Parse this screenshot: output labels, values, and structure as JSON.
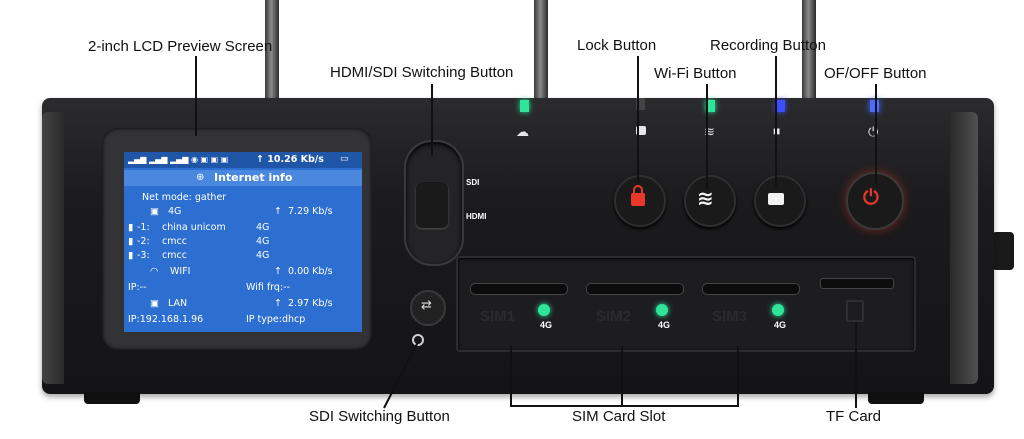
{
  "callouts": {
    "lcd_screen": "2-inch LCD Preview Screen",
    "hdmi_sdi_switch": "HDMI/SDI Switching Button",
    "lock_button": "Lock Button",
    "wifi_button": "Wi-Fi Button",
    "recording_button": "Recording Button",
    "power_button": "OF/OFF Button",
    "sdi_switch": "SDI Switching Button",
    "sim_slot": "SIM Card Slot",
    "tf_card": "TF Card"
  },
  "device": {
    "switch_labels": {
      "sdi": "SDI",
      "hdmi": "HDMI"
    },
    "sim_slots": [
      {
        "label": "SIM1",
        "net": "4G"
      },
      {
        "label": "SIM2",
        "net": "4G"
      },
      {
        "label": "SIM3",
        "net": "4G"
      }
    ]
  },
  "lcd": {
    "status_rate": "10.26 Kb/s",
    "header_title": "Internet info",
    "net_mode": "Net mode: gather",
    "aggregate": {
      "name": "4G",
      "rate": "7.29 Kb/s"
    },
    "sims": [
      {
        "id": "-1:",
        "carrier": "china unicom",
        "net": "4G"
      },
      {
        "id": "-2:",
        "carrier": "cmcc",
        "net": "4G"
      },
      {
        "id": "-3:",
        "carrier": "cmcc",
        "net": "4G"
      }
    ],
    "wifi": {
      "name": "WIFI",
      "rate": "0.00 Kb/s"
    },
    "ip_wifi": "IP:--",
    "wifi_freq": "Wifi frq:--",
    "lan": {
      "name": "LAN",
      "rate": "2.97 Kb/s"
    },
    "ip_lan": "IP:192.168.1.96",
    "ip_type": "IP type:dhcp"
  },
  "colors": {
    "chassis": "#1c1c1e",
    "lcd_bg": "#2d6fd0",
    "led_green": "#2fe59a",
    "led_blue": "#4a6bff",
    "power_red": "#e8382c"
  }
}
